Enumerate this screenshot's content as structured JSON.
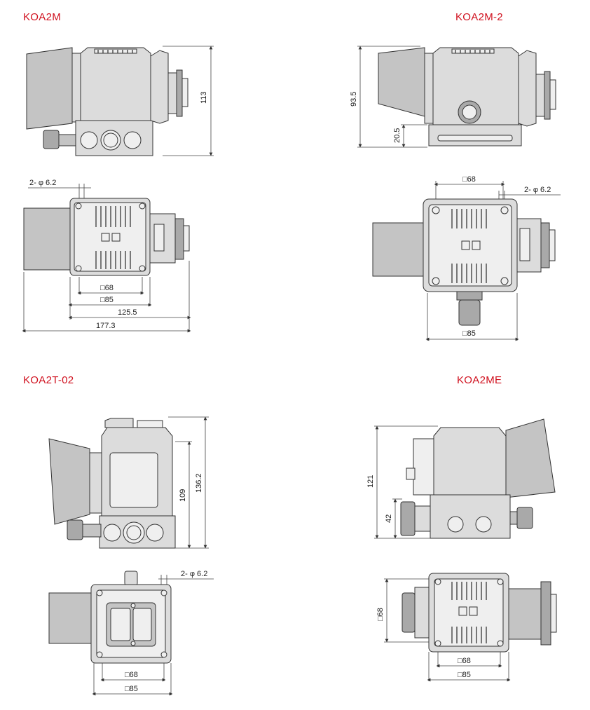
{
  "colors": {
    "title_red": "#d0101e",
    "housing_grey": "#dcdcdc",
    "line": "#333333"
  },
  "sections": [
    {
      "title": "KOA2M",
      "dims": {
        "height": "113",
        "holes": "2- φ 6.2",
        "sq_inner": "□68",
        "sq_outer": "□85",
        "len_a": "125.5",
        "len_b": "177.3"
      }
    },
    {
      "title": "KOA2M-2",
      "dims": {
        "height": "93.5",
        "base": "20.5",
        "sq_inner": "□68",
        "holes": "2- φ 6.2",
        "sq_outer": "□85"
      }
    },
    {
      "title": "KOA2T-02",
      "dims": {
        "h_inner": "109",
        "h_outer": "136.2",
        "holes": "2- φ 6.2",
        "sq_inner": "□68",
        "sq_outer": "□85"
      }
    },
    {
      "title": "KOA2ME",
      "dims": {
        "height": "121",
        "base": "42",
        "side_sq": "□68",
        "sq_inner": "□68",
        "sq_outer": "□85"
      }
    }
  ]
}
